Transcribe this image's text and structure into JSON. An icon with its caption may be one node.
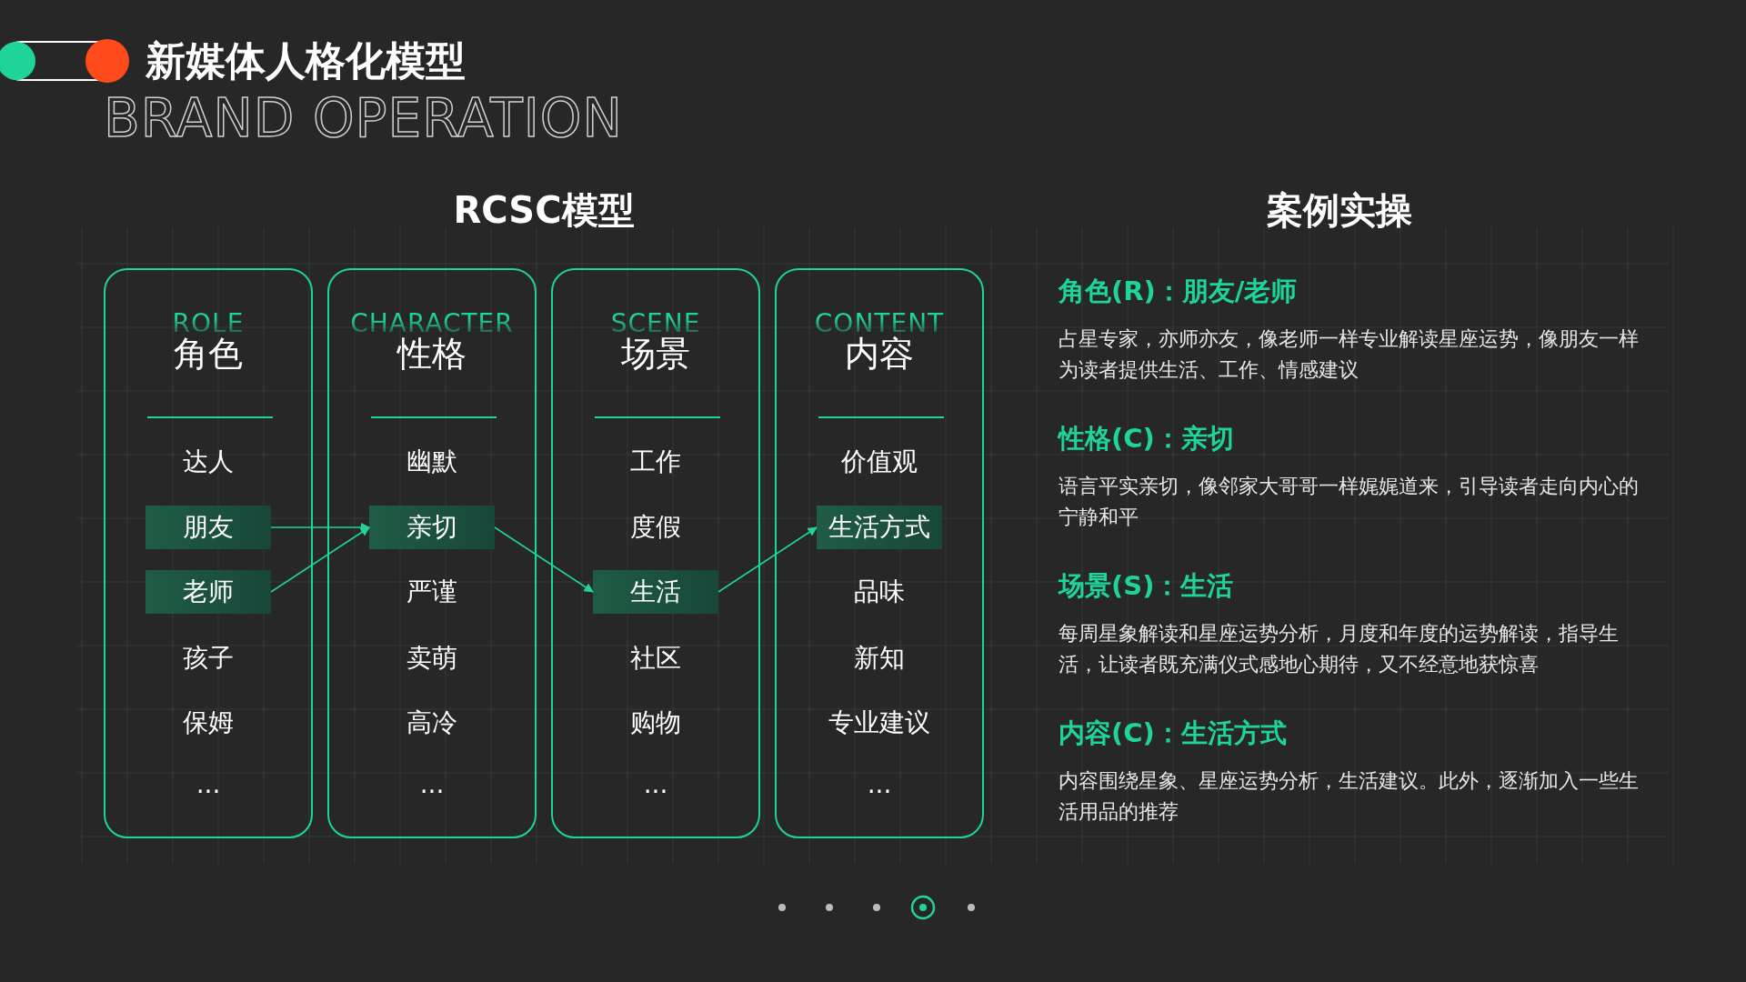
{
  "diagram": {
    "title": "新媒体人格化模型",
    "nodes": [
      {
        "text": [
          "ROLE",
          "角色"
        ]
      },
      {
        "text": [
          "达人"
        ],
        "in": 0
      },
      {
        "text": [
          "朋友"
        ],
        "in": 0
      },
      {
        "text": [
          "老师"
        ],
        "in": 0
      },
      {
        "text": [
          "孩子"
        ],
        "in": 0
      },
      {
        "text": [
          "保姆"
        ],
        "in": 0
      },
      {
        "text": [
          "..."
        ],
        "in": 0
      },
      {
        "text": [
          "CHARACTER",
          "性格"
        ]
      },
      {
        "text": [
          "幽默"
        ],
        "in": 7
      },
      {
        "text": [
          "亲切"
        ],
        "in": 7
      },
      {
        "text": [
          "严谨"
        ],
        "in": 7
      },
      {
        "text": [
          "卖萌"
        ],
        "in": 7
      },
      {
        "text": [
          "高冷"
        ],
        "in": 7
      },
      {
        "text": [
          "..."
        ],
        "in": 7
      },
      {
        "text": [
          "SCENE",
          "场景"
        ]
      },
      {
        "text": [
          "工作"
        ],
        "in": 14
      },
      {
        "text": [
          "度假"
        ],
        "in": 14
      },
      {
        "text": [
          "生活"
        ],
        "in": 14
      },
      {
        "text": [
          "社区"
        ],
        "in": 14
      },
      {
        "text": [
          "购物"
        ],
        "in": 14
      },
      {
        "text": [
          "..."
        ],
        "in": 14
      },
      {
        "text": [
          "CONTENT",
          "内容"
        ]
      },
      {
        "text": [
          "价值观"
        ],
        "in": 21
      },
      {
        "text": [
          "生活方式"
        ],
        "in": 21
      },
      {
        "text": [
          "品味"
        ],
        "in": 21
      },
      {
        "text": [
          "新知"
        ],
        "in": 21
      },
      {
        "text": [
          "专业建议"
        ],
        "in": 21
      },
      {
        "text": [
          "..."
        ],
        "in": 21
      }
    ],
    "edges": [
      {
        "from": 2,
        "to": 9,
        "arrow": "to"
      },
      {
        "from": 3,
        "to": 9,
        "arrow": "to"
      },
      {
        "from": 9,
        "to": 17,
        "arrow": "to"
      },
      {
        "from": 17,
        "to": 23,
        "arrow": "to"
      }
    ],
    "labels": [
      "BRAND OPERATION",
      "RCSC模型",
      "案例实操",
      "角色(R)：朋友/老师",
      "占星专家，亦师亦友，像老师一样专业解读星座运势，像朋友一样为读者提供生活、工作、情感建议",
      "性格(C)：亲切",
      "语言平实亲切，像邻家大哥哥一样娓娓道来，引导读者走向内心的宁静和平",
      "场景(S)：生活",
      "每周星象解读和星座运势分析，月度和年度的运势解读，指导生活，让读者既充满仪式感地心期待，又不经意地获惊喜",
      "内容(C)：生活方式",
      "内容围绕星象、星座运势分析，生活建议。此外，逐渐加入一些生活用品的推荐"
    ]
  }
}
